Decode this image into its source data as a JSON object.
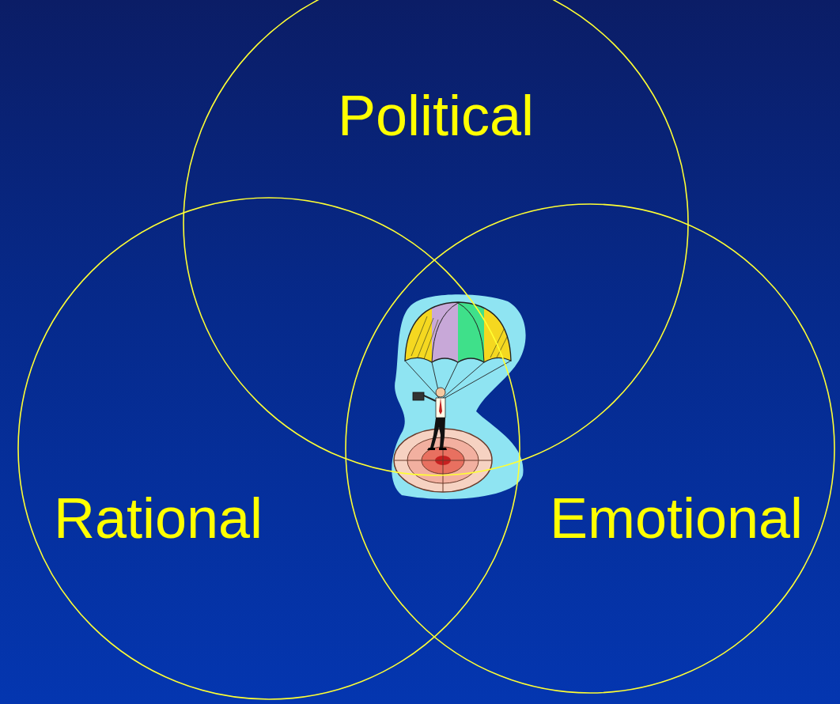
{
  "diagram": {
    "nodes": [
      {
        "text": [
          "Political"
        ]
      },
      {
        "text": [
          "Rational"
        ]
      },
      {
        "text": [
          "Emotional"
        ]
      }
    ]
  }
}
